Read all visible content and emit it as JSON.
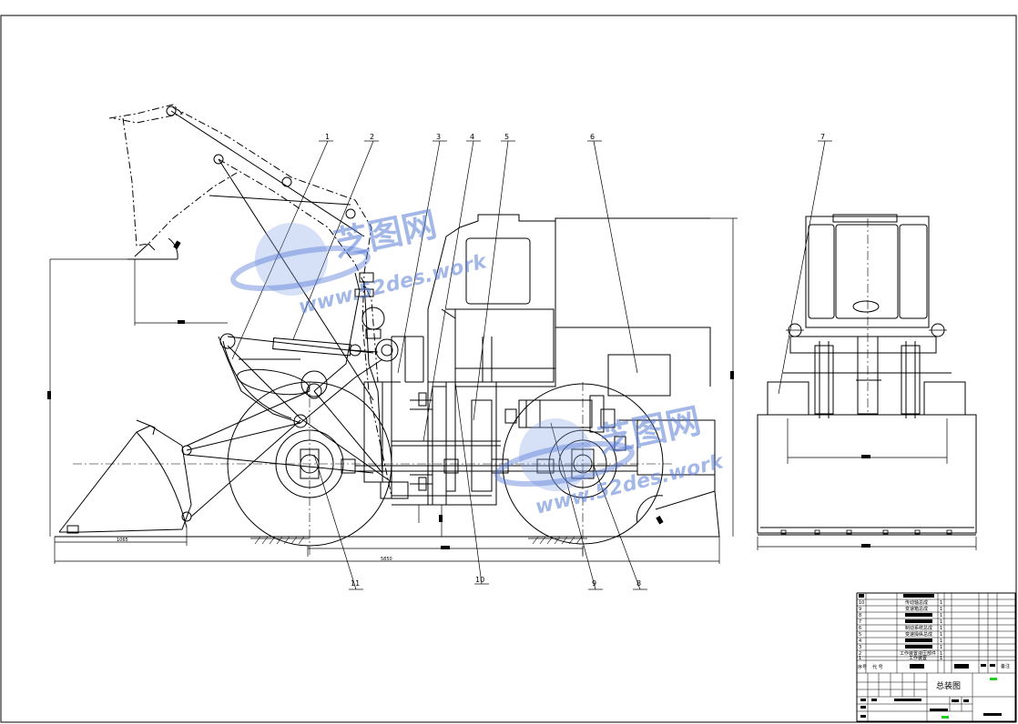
{
  "drawing": {
    "title_block": {
      "title": "总装图",
      "col_seq": "序号",
      "col_code": "代 号",
      "col_note": "备注",
      "parts": [
        {
          "no": "10",
          "name": "传动轴总成",
          "qty": "1"
        },
        {
          "no": "9",
          "name": "变速箱总成",
          "qty": "1"
        },
        {
          "no": "8",
          "name": "",
          "qty": "1"
        },
        {
          "no": "7",
          "name": "",
          "qty": "1"
        },
        {
          "no": "6",
          "name": "制动系统总成",
          "qty": "1"
        },
        {
          "no": "5",
          "name": "变速操纵总成",
          "qty": "1"
        },
        {
          "no": "4",
          "name": "",
          "qty": "1"
        },
        {
          "no": "3",
          "name": "",
          "qty": "1"
        },
        {
          "no": "2",
          "name": "工作装置液压部件",
          "qty": "1"
        },
        {
          "no": "1",
          "name": "工作装置",
          "qty": "1"
        }
      ]
    },
    "dimensions": {
      "front_overhang": "1065",
      "wheelbase": "5850"
    },
    "leaders": [
      "1",
      "2",
      "3",
      "4",
      "5",
      "6",
      "7",
      "8",
      "9",
      "10",
      "11"
    ],
    "watermark": {
      "brand": "芝图网",
      "url": "www.52des.work"
    },
    "colors": {
      "line": "#000000",
      "watermark": "#5b7fd6",
      "status": "#22cc22"
    }
  }
}
